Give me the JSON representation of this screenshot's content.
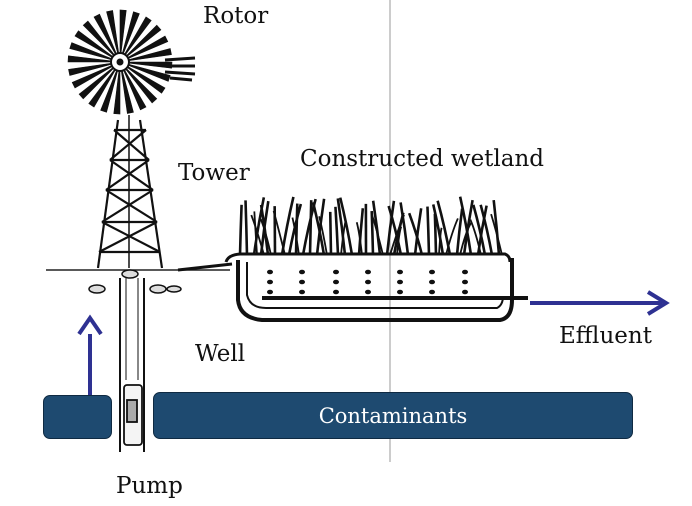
{
  "labels": {
    "rotor": "Rotor",
    "tower": "Tower",
    "wetland": "Constructed wetland",
    "well": "Well",
    "pump": "Pump",
    "effluent": "Effluent",
    "contaminants": "Contaminants"
  },
  "colors": {
    "arrow": "#2e3192",
    "contaminant_bar": "#1e4a70",
    "ink": "#111111"
  }
}
